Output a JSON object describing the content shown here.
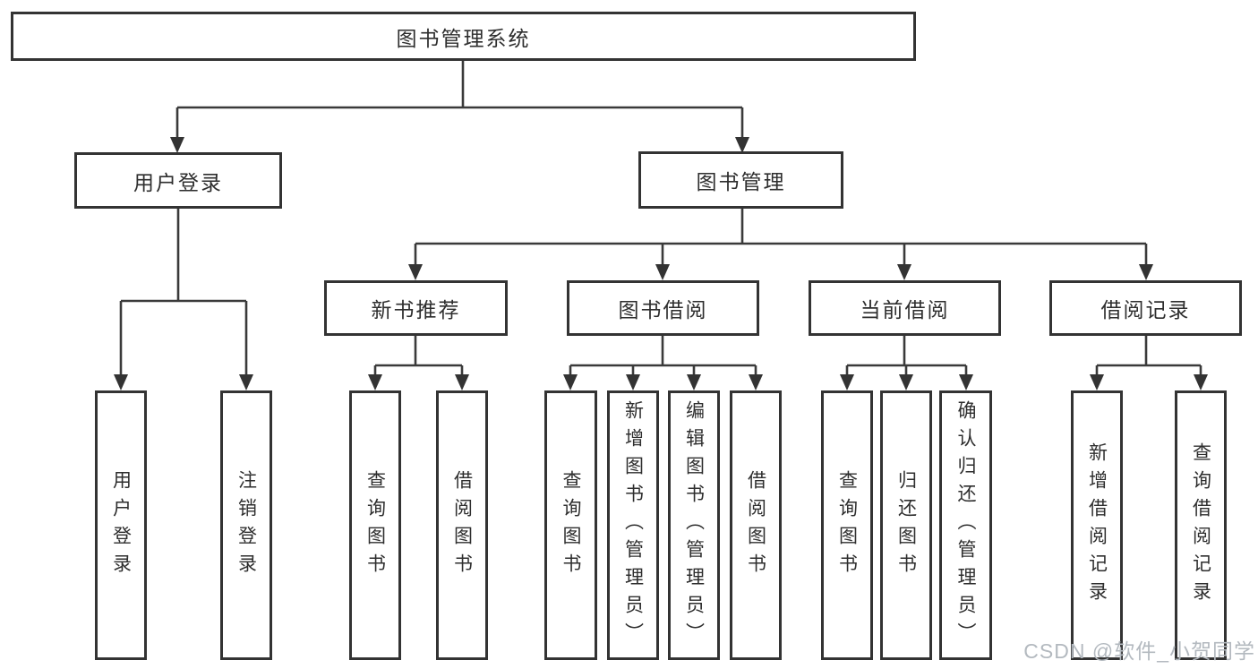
{
  "colors": {
    "background": "#ffffff",
    "box_border": "#333333",
    "connector": "#3a3a3a",
    "text": "#2e2e2e",
    "watermark": "#b3b9bf"
  },
  "watermark": {
    "text": "CSDN @软件_小贺同学"
  },
  "tree": {
    "root": {
      "label": "图书管理系统"
    },
    "branches": [
      {
        "label": "用户登录",
        "leaves": [
          {
            "label": "用户登录"
          },
          {
            "label": "注销登录"
          }
        ]
      },
      {
        "label": "图书管理",
        "groups": [
          {
            "label": "新书推荐",
            "leaves": [
              {
                "label": "查询图书"
              },
              {
                "label": "借阅图书"
              }
            ]
          },
          {
            "label": "图书借阅",
            "leaves": [
              {
                "label": "查询图书"
              },
              {
                "label": "新增图书（管理员）"
              },
              {
                "label": "编辑图书（管理员）"
              },
              {
                "label": "借阅图书"
              }
            ]
          },
          {
            "label": "当前借阅",
            "leaves": [
              {
                "label": "查询图书"
              },
              {
                "label": "归还图书"
              },
              {
                "label": "确认归还（管理员）"
              }
            ]
          },
          {
            "label": "借阅记录",
            "leaves": [
              {
                "label": "新增借阅记录"
              },
              {
                "label": "查询借阅记录"
              }
            ]
          }
        ]
      }
    ]
  }
}
